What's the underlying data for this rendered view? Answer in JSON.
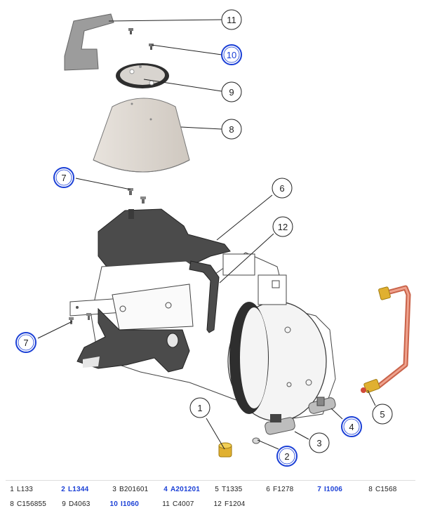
{
  "callouts": {
    "c1": "1",
    "c2": "2",
    "c3": "3",
    "c4": "4",
    "c5": "5",
    "c6": "6",
    "c7a": "7",
    "c7b": "7",
    "c8": "8",
    "c9": "9",
    "c10": "10",
    "c11": "11",
    "c12": "12"
  },
  "colors": {
    "link": "#1a3fd6",
    "highlight_ring": "#1a3fd6",
    "dark_part": "#4a4a4a",
    "cover": "#ded8d2",
    "pipe": "#e0826a",
    "brass": "#d9a521"
  },
  "legend": {
    "row1": [
      {
        "num": "1",
        "code": "L133"
      },
      {
        "num": "2",
        "code": "L1344"
      },
      {
        "num": "3",
        "code": "B201601"
      },
      {
        "num": "4",
        "code": "A201201"
      },
      {
        "num": "5",
        "code": "T1335"
      },
      {
        "num": "6",
        "code": "F1278"
      },
      {
        "num": "7",
        "code": "I1006"
      },
      {
        "num": "8",
        "code": "C1568"
      }
    ],
    "row2": [
      {
        "num": "8",
        "code": "C156855"
      },
      {
        "num": "9",
        "code": "D4063"
      },
      {
        "num": "10",
        "code": "I1060"
      },
      {
        "num": "11",
        "code": "C4007"
      },
      {
        "num": "12",
        "code": "F1204"
      }
    ]
  }
}
